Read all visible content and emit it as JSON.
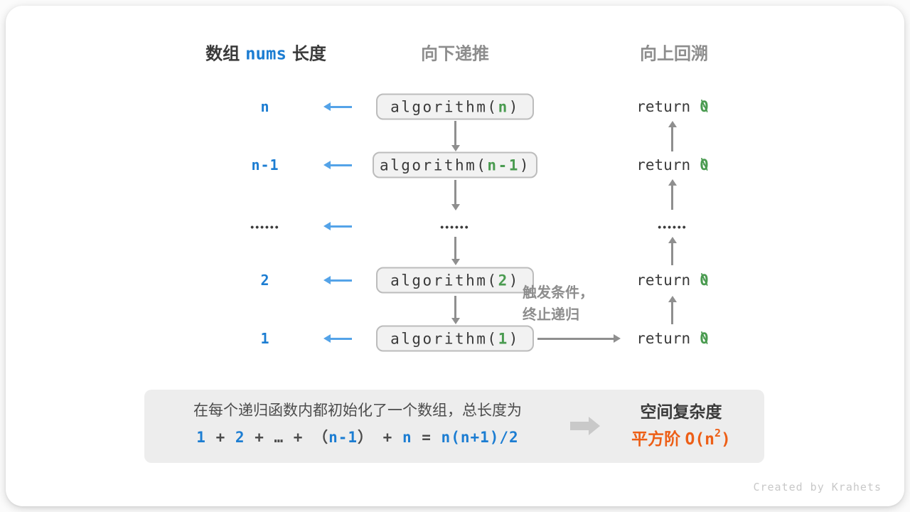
{
  "colors": {
    "blue": "#1c7dd2",
    "light_blue": "#54a3e8",
    "green": "#4a9b50",
    "orange": "#ed5f17",
    "gray_text": "#8d8d8d",
    "dark_text": "#3a3a3a",
    "box_fill": "#f2f2f2",
    "panel_fill": "#ededed"
  },
  "headers": {
    "left": {
      "prefix": "数组",
      "code": "nums",
      "suffix": "长度"
    },
    "middle": "向下递推",
    "right": "向上回溯"
  },
  "left_column": {
    "labels": [
      "n",
      "n-1",
      "••••••",
      "2",
      "1"
    ]
  },
  "call_stack": {
    "fn_open": "algorithm(",
    "fn_close": ")",
    "params": [
      "n",
      "n-1",
      "2",
      "1"
    ],
    "ellipsis": "••••••"
  },
  "returns": {
    "keyword": "return",
    "value": "0",
    "ellipsis": "••••••"
  },
  "trigger": {
    "line1": "触发条件，",
    "line2": "终止递归"
  },
  "summary": {
    "line1": "在每个递归函数内都初始化了一个数组，总长度为",
    "formula": [
      {
        "t": "1",
        "c": "blue"
      },
      {
        "t": " + ",
        "c": "dark"
      },
      {
        "t": "2",
        "c": "blue"
      },
      {
        "t": " + ",
        "c": "dark"
      },
      {
        "t": "…",
        "c": "dark"
      },
      {
        "t": " + ",
        "c": "dark"
      },
      {
        "t": "（",
        "c": "dark"
      },
      {
        "t": "n-1",
        "c": "blue"
      },
      {
        "t": "）",
        "c": "dark"
      },
      {
        "t": " + ",
        "c": "dark"
      },
      {
        "t": "n",
        "c": "blue"
      },
      {
        "t": " = ",
        "c": "dark"
      },
      {
        "t": "n(n+1)/2",
        "c": "blue"
      }
    ],
    "result_title": "空间复杂度",
    "result_prefix": "平方阶 ",
    "result_o_open": "O(n",
    "result_sup": "2",
    "result_close": ")"
  },
  "footer": {
    "credit": "Created by Krahets"
  }
}
